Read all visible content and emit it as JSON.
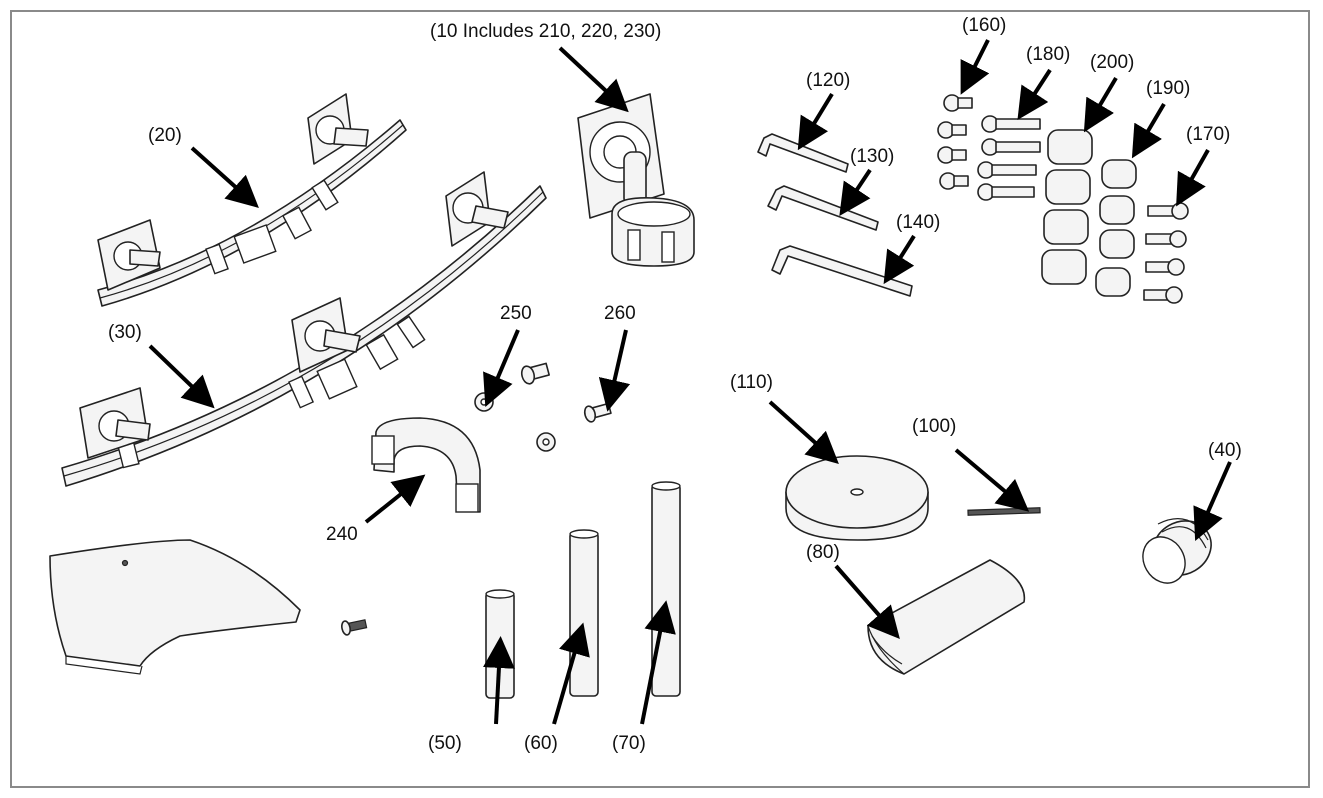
{
  "figure": {
    "callouts": [
      {
        "id": "10",
        "text": "(10 Includes 210, 220, 230)"
      },
      {
        "id": "20",
        "text": "(20)"
      },
      {
        "id": "30",
        "text": "(30)"
      },
      {
        "id": "40",
        "text": "(40)"
      },
      {
        "id": "50",
        "text": "(50)"
      },
      {
        "id": "60",
        "text": "(60)"
      },
      {
        "id": "70",
        "text": "(70)"
      },
      {
        "id": "80",
        "text": "(80)"
      },
      {
        "id": "100",
        "text": "(100)"
      },
      {
        "id": "110",
        "text": "(110)"
      },
      {
        "id": "120",
        "text": "(120)"
      },
      {
        "id": "130",
        "text": "(130)"
      },
      {
        "id": "140",
        "text": "(140)"
      },
      {
        "id": "160",
        "text": "(160)"
      },
      {
        "id": "170",
        "text": "(170)"
      },
      {
        "id": "180",
        "text": "(180)"
      },
      {
        "id": "190",
        "text": "(190)"
      },
      {
        "id": "200",
        "text": "(200)"
      },
      {
        "id": "240",
        "text": "240"
      },
      {
        "id": "250",
        "text": "250"
      },
      {
        "id": "260",
        "text": "260"
      }
    ]
  }
}
